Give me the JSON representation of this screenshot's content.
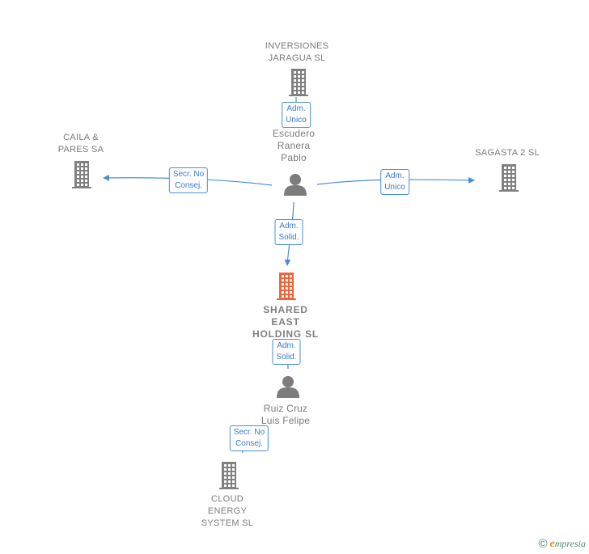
{
  "colors": {
    "edge": "#4a8fd6",
    "company_icon": "#808080",
    "main_company_icon": "#f0643c",
    "person_icon": "#7c7c7c",
    "footer": "#4d8b6c",
    "brand_accent": "#e8902a"
  },
  "nodes": [
    {
      "id": "inversiones",
      "type": "company",
      "label": "INVERSIONES\nJARAGUA SL"
    },
    {
      "id": "caila",
      "type": "company",
      "label": "CAILA &\nPARES SA"
    },
    {
      "id": "sagasta",
      "type": "company",
      "label": "SAGASTA 2  SL"
    },
    {
      "id": "escudero",
      "type": "person",
      "label": "Escudero\nRanera\nPablo"
    },
    {
      "id": "shared",
      "type": "main",
      "label": "SHARED\nEAST\nHOLDING  SL"
    },
    {
      "id": "ruiz",
      "type": "person",
      "label": "Ruiz Cruz\nLuis Felipe"
    },
    {
      "id": "cloud",
      "type": "company",
      "label": "CLOUD\nENERGY\nSYSTEM  SL"
    }
  ],
  "edges": [
    {
      "id": "e1",
      "from": "escudero",
      "to": "inversiones",
      "label": "Adm.\nUnico"
    },
    {
      "id": "e2",
      "from": "escudero",
      "to": "caila",
      "label": "Secr.  No\nConsej."
    },
    {
      "id": "e3",
      "from": "escudero",
      "to": "sagasta",
      "label": "Adm.\nUnico"
    },
    {
      "id": "e4",
      "from": "escudero",
      "to": "shared",
      "label": "Adm.\nSolid."
    },
    {
      "id": "e5",
      "from": "ruiz",
      "to": "shared",
      "label": "Adm.\nSolid."
    },
    {
      "id": "e6",
      "from": "ruiz",
      "to": "cloud",
      "label": "Secr.  No\nConsej."
    }
  ],
  "footer": {
    "copyright_symbol": "©",
    "brand_initial": "e",
    "brand_rest": "mpresia"
  }
}
